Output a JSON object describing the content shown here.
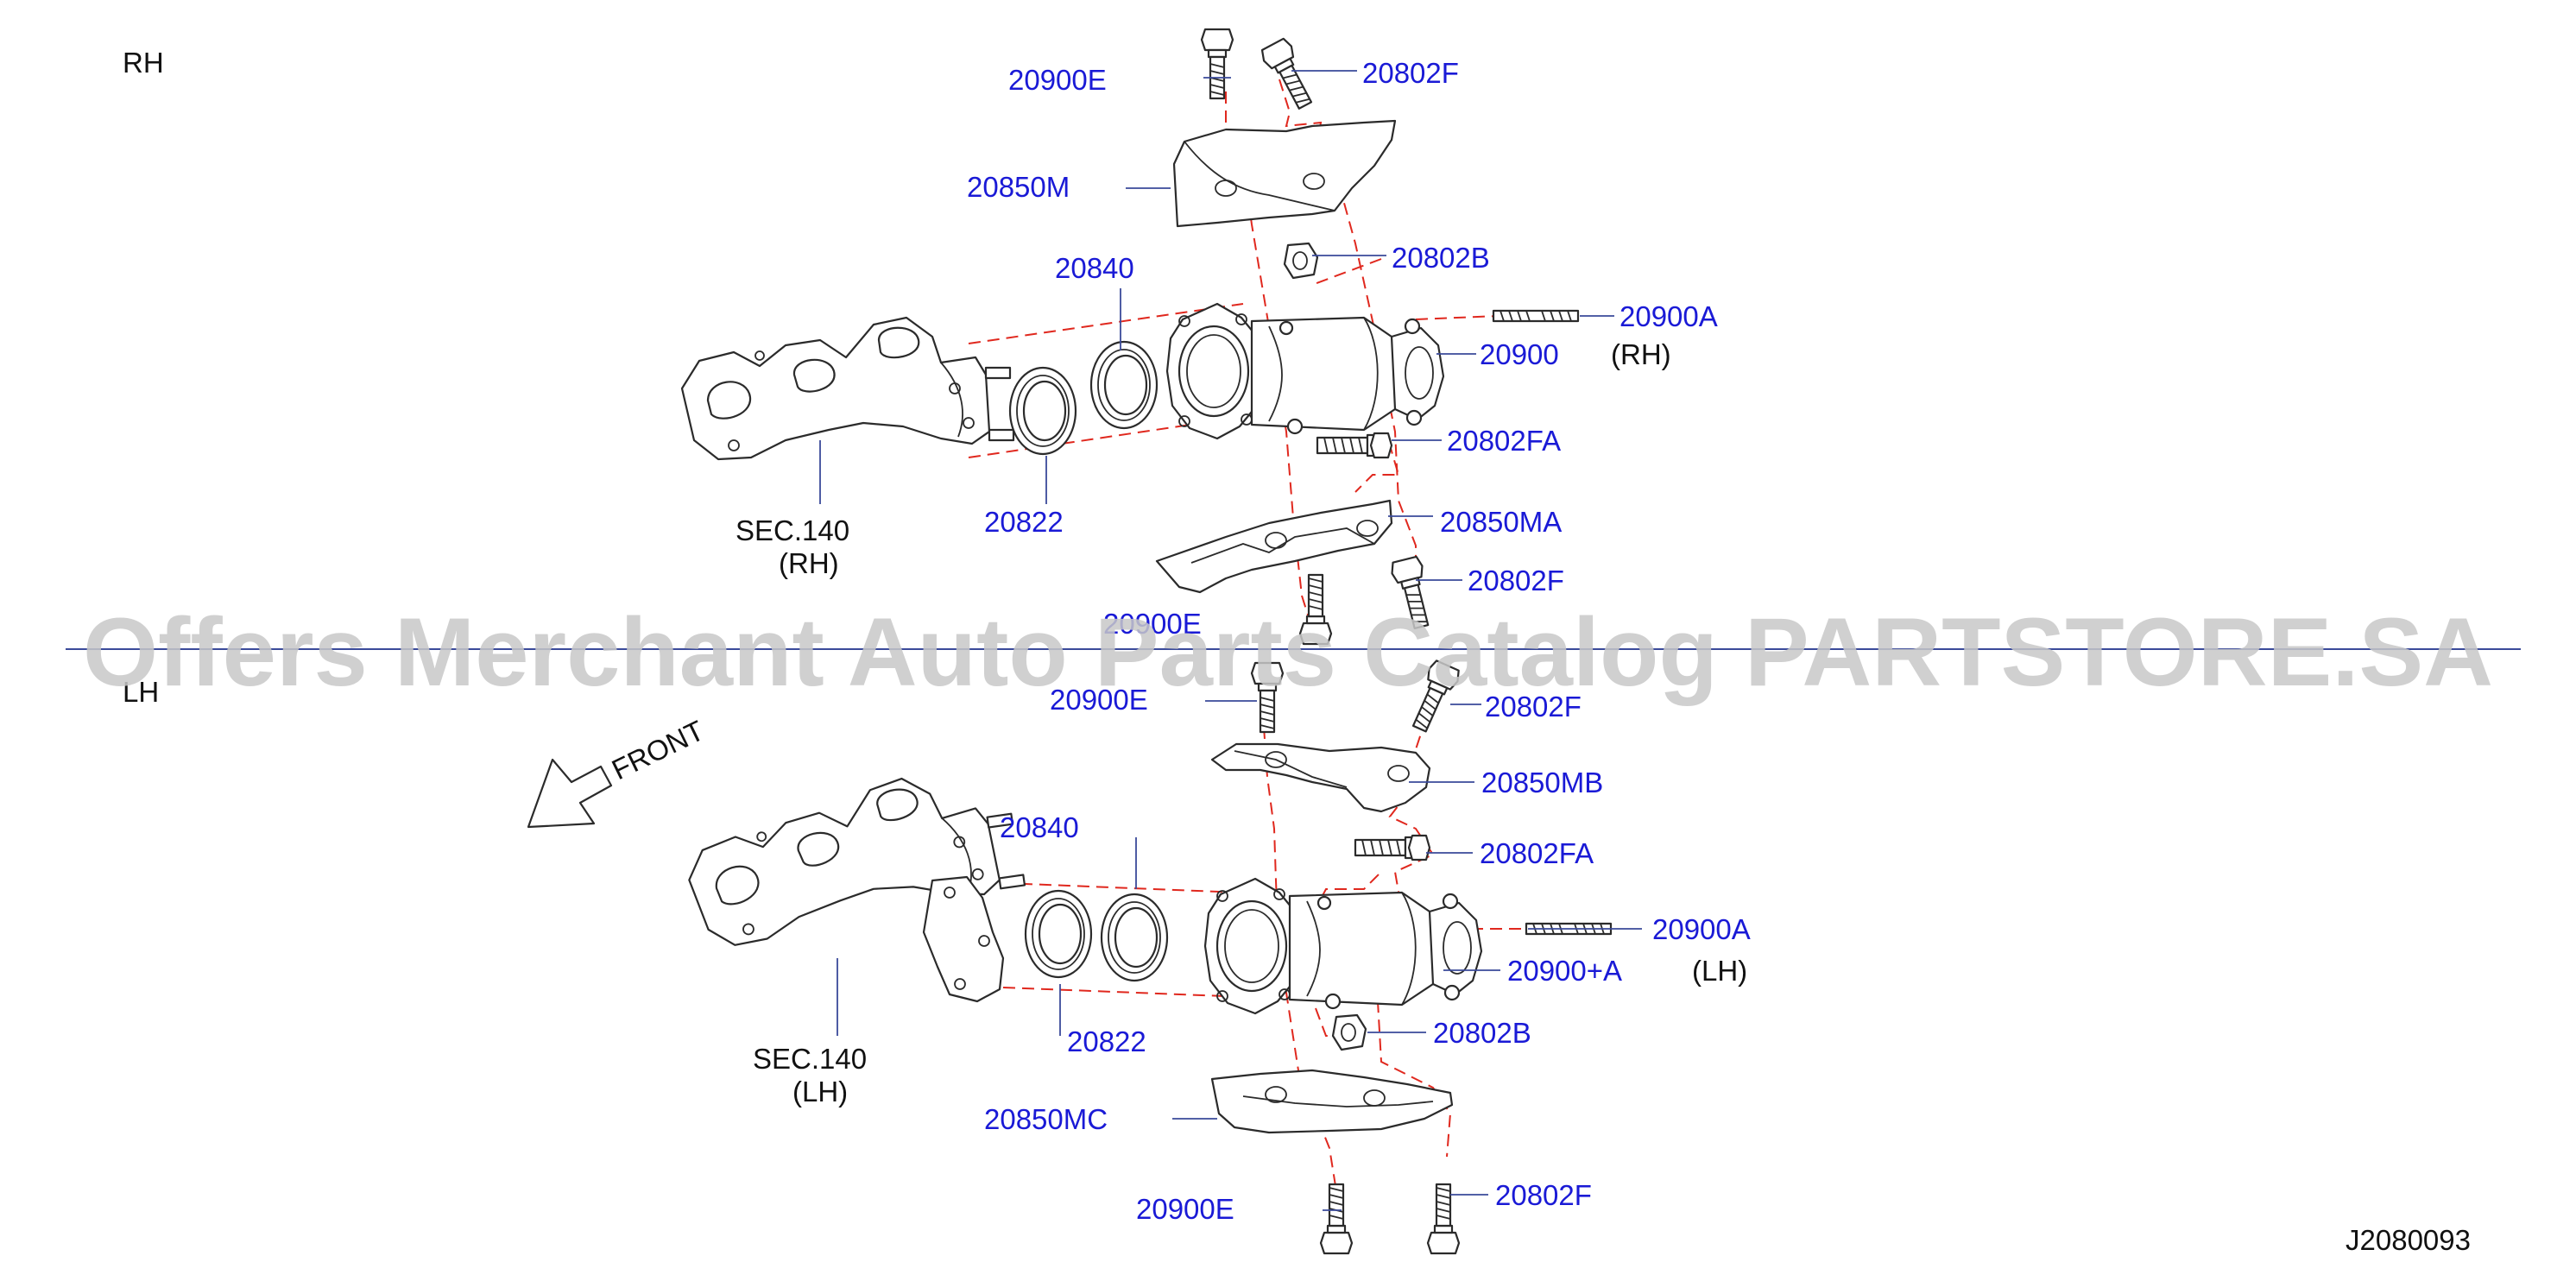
{
  "sections": {
    "rh": "RH",
    "lh": "LH"
  },
  "front_label": "FRONT",
  "watermark": "Offers Merchant Auto Parts Catalog PARTSTORE.SA",
  "diagram_code": "J2080093",
  "rh": {
    "bolt_top_left": "20900E",
    "bolt_top_right": "20802F",
    "upper_cover": "20850M",
    "nut": "20802B",
    "gasket_outer": "20840",
    "stud": "20900A",
    "converter": "20900",
    "converter_side": "(RH)",
    "bolt_mid": "20802FA",
    "gasket_inner": "20822",
    "lower_cover": "20850MA",
    "bolt_bottom_right": "20802F",
    "bolt_bottom_left": "20900E",
    "manifold_ref": "SEC.140",
    "manifold_side": "(RH)"
  },
  "lh": {
    "bolt_top_left": "20900E",
    "bolt_top_right": "20802F",
    "upper_cover": "20850MB",
    "bolt_mid": "20802FA",
    "gasket_outer": "20840",
    "stud": "20900A",
    "converter": "20900+A",
    "converter_side": "(LH)",
    "nut": "20802B",
    "gasket_inner": "20822",
    "lower_cover": "20850MC",
    "bolt_bottom_left": "20900E",
    "bolt_bottom_right": "20802F",
    "manifold_ref": "SEC.140",
    "manifold_side": "(LH)"
  },
  "colors": {
    "part_number": "#1a1ad6",
    "explode_line": "#e0281e",
    "divider": "#3a4a9a"
  }
}
